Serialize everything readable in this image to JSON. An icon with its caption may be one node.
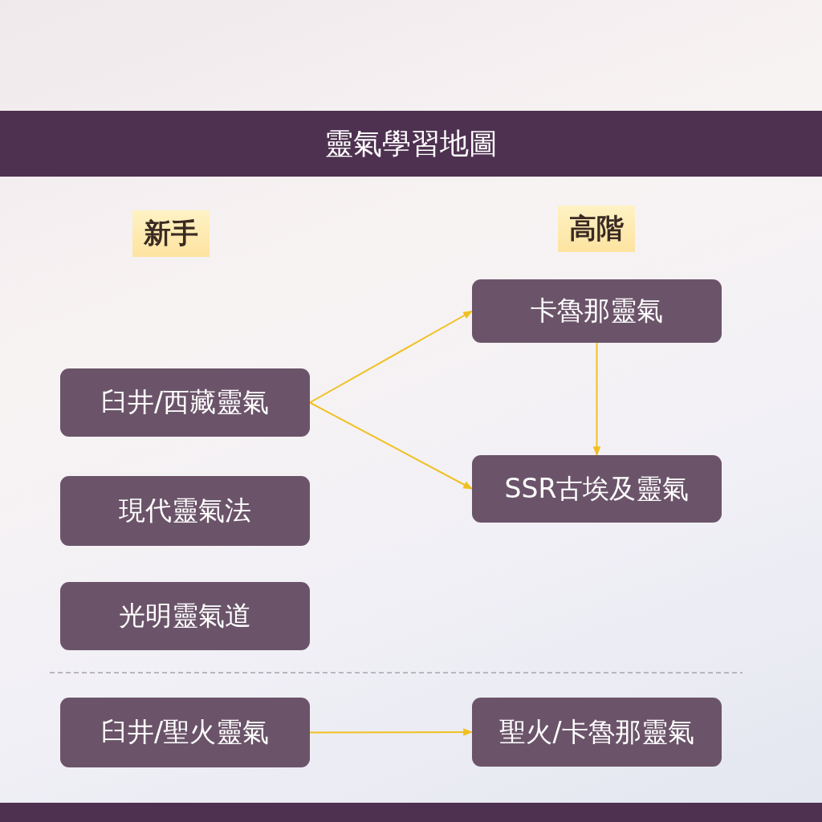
{
  "diagram": {
    "title": "靈氣學習地圖",
    "nodes": [
      {
        "text": [
          "卡魯那靈氣"
        ]
      },
      {
        "text": [
          "臼井/西藏靈氣"
        ]
      },
      {
        "text": [
          "SSR古埃及靈氣"
        ]
      },
      {
        "text": [
          "現代靈氣法"
        ]
      },
      {
        "text": [
          "光明靈氣道"
        ]
      },
      {
        "text": [
          "臼井/聖火靈氣"
        ]
      },
      {
        "text": [
          "聖火/卡魯那靈氣"
        ]
      }
    ],
    "edges": [
      {
        "from": 1,
        "to": 0,
        "arrow": "to"
      },
      {
        "from": 1,
        "to": 2,
        "arrow": "to"
      },
      {
        "from": 0,
        "to": 2,
        "arrow": "to"
      },
      {
        "from": 5,
        "to": 6,
        "arrow": "to"
      }
    ],
    "labels": [
      "新手",
      "高階"
    ]
  }
}
